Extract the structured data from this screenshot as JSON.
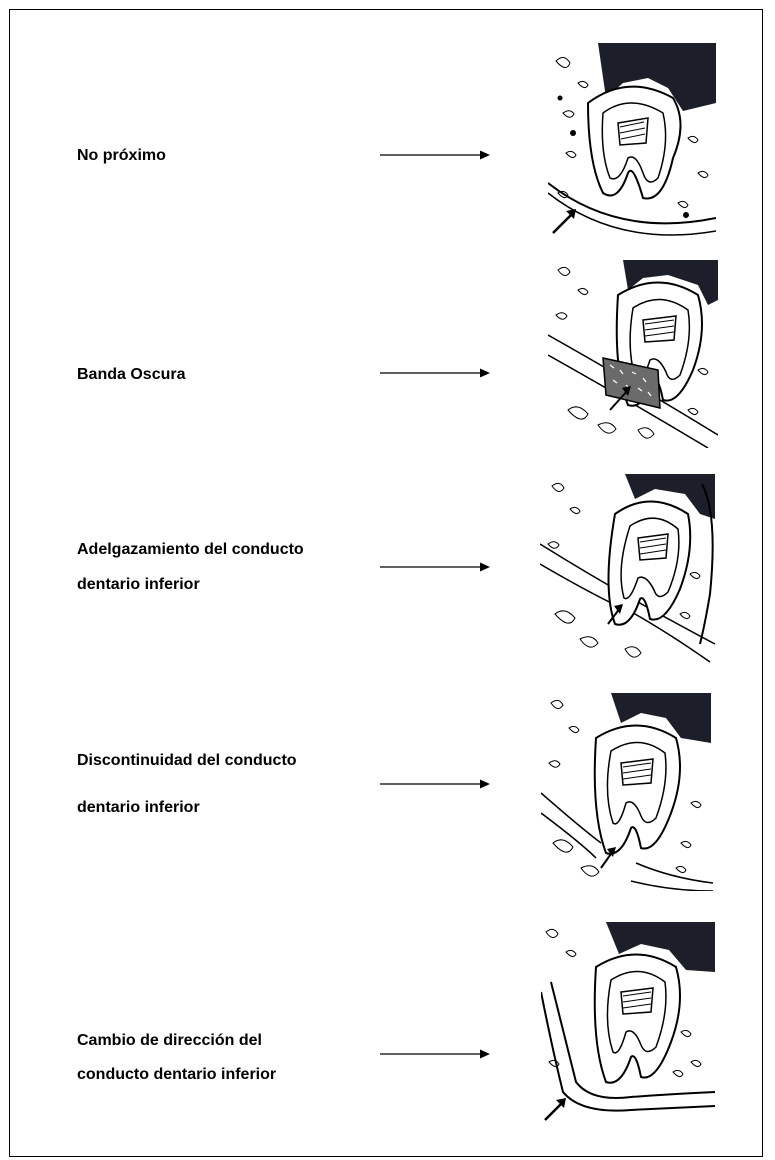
{
  "figure": {
    "rows": [
      {
        "id": "no-proximo",
        "label_lines": [
          "No próximo"
        ],
        "icon": "tooth-canal-distant-illustration"
      },
      {
        "id": "banda-oscura",
        "label_lines": [
          "Banda Oscura"
        ],
        "icon": "tooth-dark-band-illustration"
      },
      {
        "id": "adelgazamiento",
        "label_lines": [
          "Adelgazamiento del conducto",
          "dentario inferior"
        ],
        "icon": "tooth-canal-narrowing-illustration"
      },
      {
        "id": "discontinuidad",
        "label_lines": [
          "Discontinuidad del conducto",
          "dentario inferior"
        ],
        "icon": "tooth-canal-interruption-illustration"
      },
      {
        "id": "cambio-direccion",
        "label_lines": [
          "Cambio de dirección del",
          "conducto dentario inferior"
        ],
        "icon": "tooth-canal-diversion-illustration"
      }
    ]
  }
}
